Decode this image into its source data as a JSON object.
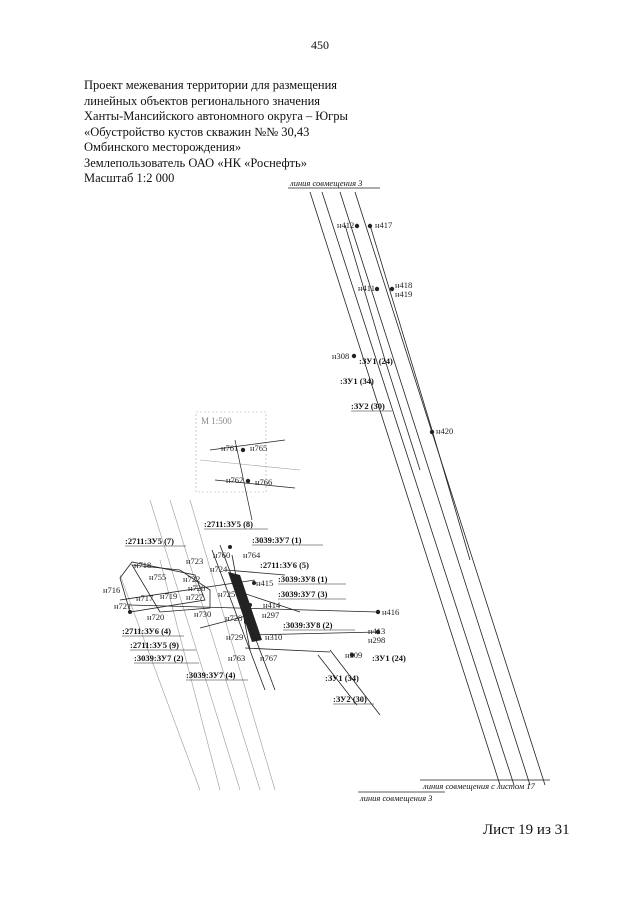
{
  "page_number": "450",
  "header": {
    "lines": [
      "Проект межевания территории для размещения",
      "линейных объектов регионального значения",
      "Ханты-Мансийского автономного округа – Югры",
      "«Обустройство кустов скважин №№ 30,43",
      "Омбинского месторождения»",
      "Землепользователь ОАО «НК «Роснефть»",
      "Масштаб 1:2 000"
    ]
  },
  "map": {
    "scale_inset": "М 1:500",
    "junction_labels": {
      "top": "линия совмещения 3",
      "bottom": "линия совмещения 3",
      "sheet17": "линия совмещения с листом 17"
    },
    "points": [
      "н412",
      "н417",
      "н411",
      "н418",
      "н419",
      "н308",
      "н420",
      "н761",
      "н765",
      "н762",
      "н766",
      "н760",
      "н764",
      "н718",
      "н723",
      "н724",
      "н755",
      "н722",
      "н415",
      "н716",
      "н726",
      "н717",
      "н719",
      "н727",
      "н725",
      "н414",
      "н721",
      "н730",
      "н728",
      "н297",
      "н720",
      "н416",
      "н729",
      "н310",
      "н413",
      "н298",
      "н763",
      "н767",
      "н309"
    ],
    "parcels": [
      ":ЗУ1 (24)",
      ":ЗУ1 (34)",
      ":ЗУ2 (30)",
      ":2711:ЗУ5 (8)",
      ":2711:ЗУ5 (7)",
      ":3039:ЗУ7 (1)",
      ":2711:ЗУ6 (5)",
      ":3039:ЗУ8 (1)",
      ":3039:ЗУ7 (3)",
      ":3039:ЗУ8 (2)",
      ":2711:ЗУ6 (4)",
      ":2711:ЗУ5 (9)",
      ":3039:ЗУ7 (2)",
      ":3039:ЗУ7 (4)",
      ":ЗУ1 (24)",
      ":ЗУ1 (34)",
      ":ЗУ2 (30)"
    ]
  },
  "footer": "Лист 19 из 31"
}
